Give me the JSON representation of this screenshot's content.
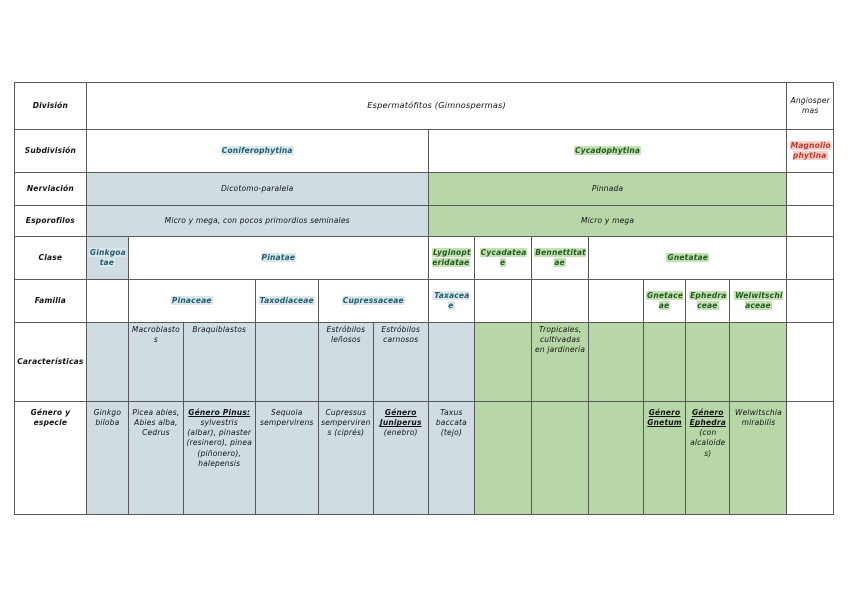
{
  "document": {
    "title": "Tabla comparativa de Gimnospermas",
    "colors": {
      "fill_blue": "#cfdde3",
      "fill_green": "#b7d7a8",
      "highlight_blue": "#dbe7ec",
      "highlight_green": "#c6e0b4",
      "highlight_red": "#f6cfc9",
      "text_blue": "#1f5c6e",
      "text_green": "#1d5b22",
      "text_red": "#c0392b",
      "border": "#595959",
      "page_background": "#ffffff"
    }
  },
  "row_labels": {
    "division": "División",
    "subdivision": "Subdivisión",
    "nerviacion": "Nerviación",
    "esporofilos": "Esporofilos",
    "clase": "Clase",
    "familia": "Familia",
    "caracteristicas": "Características",
    "genero_especie": "Género y especie"
  },
  "division_row": {
    "main": "Espermatófitos (Gimnospermas)",
    "angiospermas": "Angiospermas"
  },
  "subdivision_row": {
    "coniferophytina": "Coniferophytina",
    "cycadophytina": "Cycadophytina",
    "magnoliophytina": "Magnoliophytina"
  },
  "nerviacion_row": {
    "conifero": "Dicotomo-paralela",
    "cycado": "Pinnada",
    "angio": ""
  },
  "esporofilos_row": {
    "conifero": "Micro y mega, con pocos primordios seminales",
    "cycado": "Micro y mega",
    "angio": ""
  },
  "clase_row": {
    "ginkgoatae": "Ginkgoatae",
    "pinatae": "Pinatae",
    "lyginopteridatae": "Lyginopteridatae",
    "cycadateae": "Cycadateae",
    "bennettitatae": "Bennettitatae",
    "gnetatae": "Gnetatae",
    "angio": ""
  },
  "familia_row": {
    "ginkgo": "",
    "pinaceae": "Pinaceae",
    "taxodiaceae": "Taxodiaceae",
    "cupressaceae": "Cupressaceae",
    "taxaceae": "Taxaceae",
    "lyginopteridatae": "",
    "cycadateae": "",
    "bennettitatae": "",
    "gnetaceae": "Gnetaceae",
    "ephedraceae": "Ephedraceae",
    "welwitschiaceae": "Welwitschiaceae",
    "angio": ""
  },
  "caracteristicas_row": {
    "ginkgo": "",
    "pinaceae_a": "Macroblastos",
    "pinaceae_b": "Braquiblastos",
    "taxodiaceae": "",
    "cupressaceae_a": "Estróbilos leñosos",
    "cupressaceae_b": "Estróbilos carnosos",
    "taxaceae": "",
    "lyginopteridatae": "",
    "cycadateae": "Tropicales, cultivadas en jardinería",
    "bennettitatae": "",
    "gnetaceae": "",
    "ephedraceae": "",
    "welwitschiaceae": "",
    "angio": ""
  },
  "genero_row": {
    "ginkgo": "Ginkgo biloba",
    "pinaceae_a": "Picea abies, Abies alba, Cedrus",
    "pinaceae_b_title": "Género Pinus:",
    "pinaceae_b_body": "sylvestris (albar), pinaster (resinero), pinea (piñonero), halepensis",
    "taxodiaceae": "Sequoia sempervirens",
    "cupressaceae_a": "Cupressus sempervirens (ciprés)",
    "cupressaceae_b_title": "Género Juniperus",
    "cupressaceae_b_body": "(enebro)",
    "taxaceae": "Taxus baccata (tejo)",
    "lyginopteridatae": "",
    "cycadateae": "",
    "bennettitatae": "",
    "gnetaceae_title": "Género Gnetum",
    "ephedraceae_title": "Género Ephedra",
    "ephedraceae_body": "(con alcaloides)",
    "welwitschiaceae": "Welwitschia mirabilis",
    "angio": ""
  }
}
